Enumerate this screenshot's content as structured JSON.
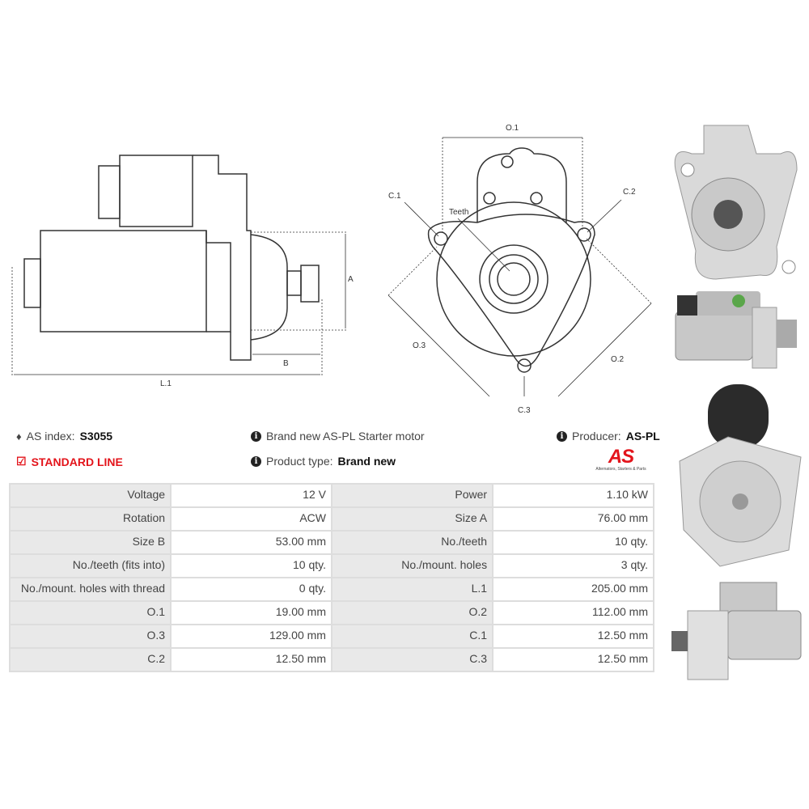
{
  "header": {
    "index_label": "AS index:",
    "index_value": "S3055",
    "line": "STANDARD LINE",
    "description": "Brand new AS-PL Starter motor",
    "product_type_label": "Product type:",
    "product_type_value": "Brand new",
    "producer_label": "Producer:",
    "producer_value": "AS-PL",
    "logo_text": "AS",
    "logo_tagline": "Alternators, Starters & Parts"
  },
  "drawing_labels": {
    "a": "A",
    "b": "B",
    "l1": "L.1",
    "o1": "O.1",
    "o2": "O.2",
    "o3": "O.3",
    "c1": "C.1",
    "c2": "C.2",
    "c3": "C.3",
    "teeth": "Teeth"
  },
  "specs": [
    {
      "l1": "Voltage",
      "v1": "12 V",
      "l2": "Power",
      "v2": "1.10 kW"
    },
    {
      "l1": "Rotation",
      "v1": "ACW",
      "l2": "Size A",
      "v2": "76.00 mm"
    },
    {
      "l1": "Size B",
      "v1": "53.00 mm",
      "l2": "No./teeth",
      "v2": "10 qty."
    },
    {
      "l1": "No./teeth (fits into)",
      "v1": "10 qty.",
      "l2": "No./mount. holes",
      "v2": "3 qty."
    },
    {
      "l1": "No./mount. holes with thread",
      "v1": "0 qty.",
      "l2": "L.1",
      "v2": "205.00 mm"
    },
    {
      "l1": "O.1",
      "v1": "19.00 mm",
      "l2": "O.2",
      "v2": "112.00 mm"
    },
    {
      "l1": "O.3",
      "v1": "129.00 mm",
      "l2": "C.1",
      "v2": "12.50 mm"
    },
    {
      "l1": "C.2",
      "v1": "12.50 mm",
      "l2": "C.3",
      "v2": "12.50 mm"
    }
  ]
}
